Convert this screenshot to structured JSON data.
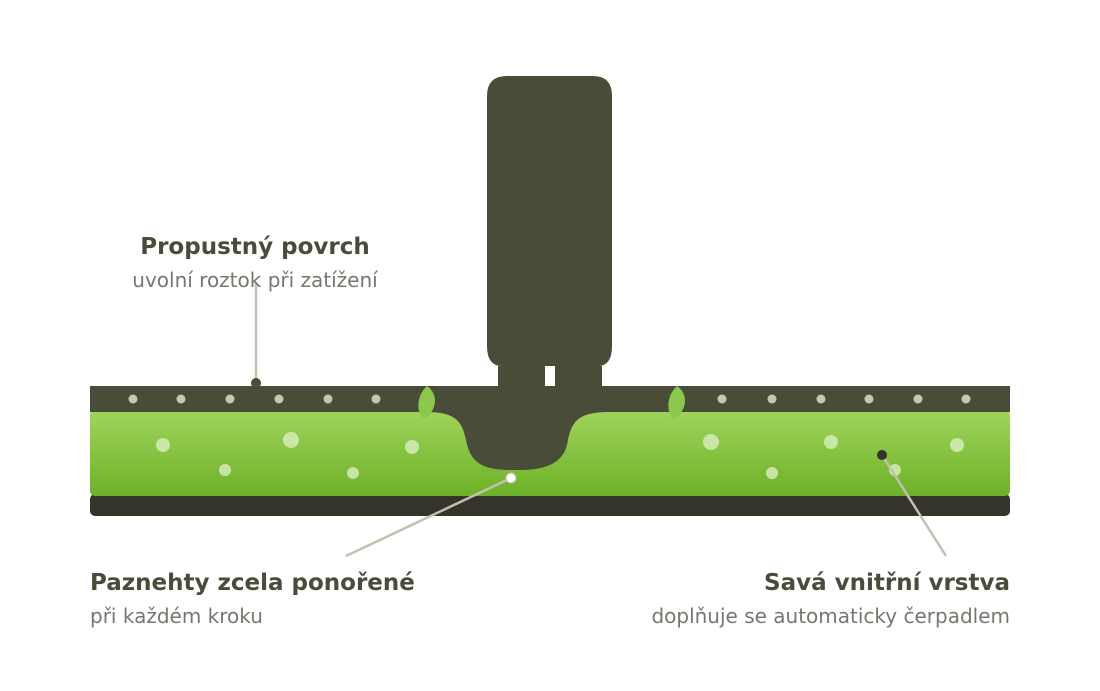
{
  "colors": {
    "dark": "#4a4c3a",
    "base": "#34342a",
    "green_top": "#9fd45a",
    "green_bottom": "#6cb126",
    "green_accent": "#8cc84b",
    "pointer": "#c4bfae",
    "title_text": "#4a4c3a",
    "sub_text": "#777770",
    "dot_light": "#c9c4b4",
    "bubble": "#d6ecb8"
  },
  "icons": {
    "hoof": "hoof-icon",
    "leaf": "leaf-icon"
  },
  "labels": {
    "surface": {
      "title": "Propustný povrch",
      "subtitle": "uvolní roztok při zatížení"
    },
    "hooves": {
      "title": "Paznehty zcela ponořené",
      "subtitle": "při každém kroku"
    },
    "layer": {
      "title": "Savá vnitřní vrstva",
      "subtitle": "doplňuje se automaticky čerpadlem"
    }
  }
}
